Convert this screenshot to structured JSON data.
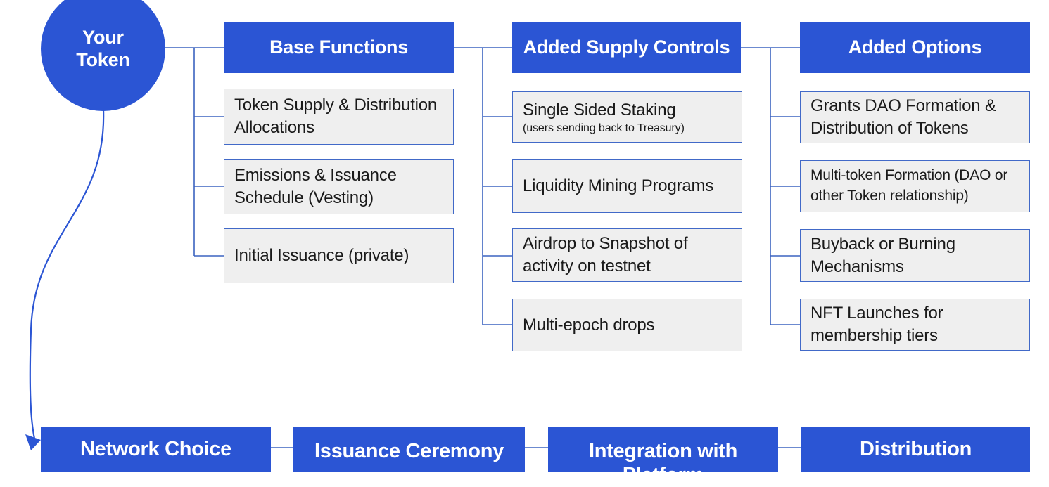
{
  "diagram": {
    "title_node": {
      "label": "Your\nToken",
      "line1": "Your",
      "line2": "Token",
      "shape": "circle"
    },
    "colors": {
      "accent_blue": "#2B55D4",
      "leaf_fill": "#EFEFEF",
      "leaf_border": "#4169C8",
      "connector": "#3B63C0",
      "text_dark": "#1A1A1A",
      "text_light": "#FFFFFF",
      "background": "#FFFFFF"
    },
    "columns": [
      {
        "header": "Base Functions",
        "items": [
          {
            "text": "Token Supply & Distribution Allocations",
            "sub": ""
          },
          {
            "text": "Emissions & Issuance Schedule (Vesting)",
            "sub": ""
          },
          {
            "text": "Initial Issuance (private)",
            "sub": ""
          }
        ]
      },
      {
        "header": "Added Supply Controls",
        "items": [
          {
            "text": "Single Sided Staking",
            "sub": "(users sending back to Treasury)"
          },
          {
            "text": "Liquidity Mining Programs",
            "sub": ""
          },
          {
            "text": "Airdrop to Snapshot of activity on testnet",
            "sub": ""
          },
          {
            "text": "Multi-epoch drops",
            "sub": ""
          }
        ]
      },
      {
        "header": "Added Options",
        "items": [
          {
            "text": "Grants DAO Formation & Distribution of Tokens",
            "sub": ""
          },
          {
            "text": "Multi-token Formation (DAO or other Token relationship)",
            "sub": ""
          },
          {
            "text": "Buyback or Burning Mechanisms",
            "sub": ""
          },
          {
            "text": "NFT Launches for membership tiers",
            "sub": ""
          }
        ]
      }
    ],
    "bottom_row": [
      {
        "label": "Network Choice"
      },
      {
        "label": "Issuance Ceremony"
      },
      {
        "label": "Integration with Platform"
      },
      {
        "label": "Distribution"
      }
    ]
  }
}
